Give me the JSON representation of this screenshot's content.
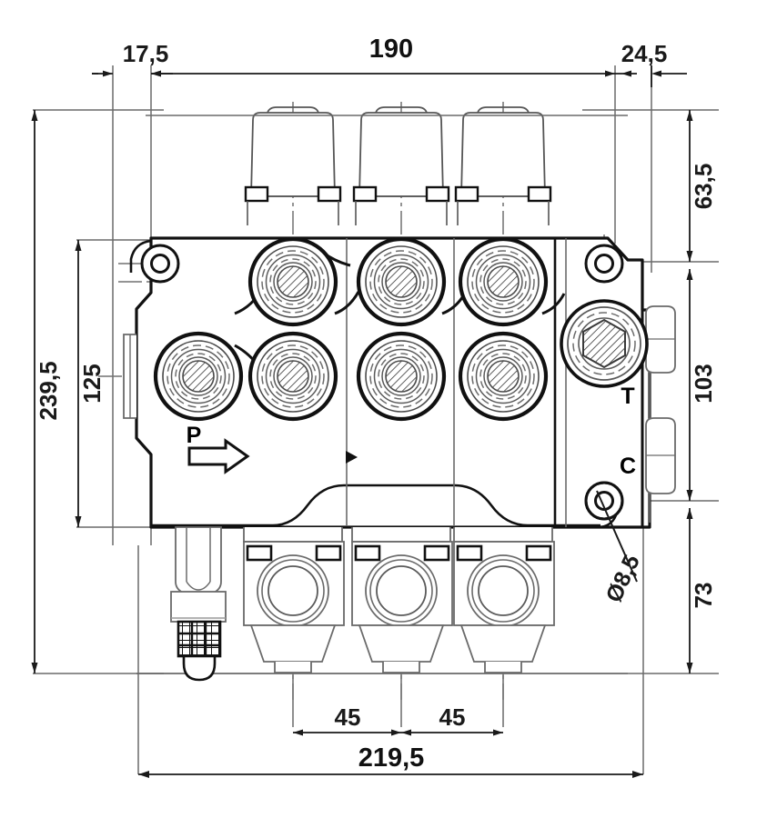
{
  "drawing": {
    "type": "engineering-dimensioned-drawing",
    "subject": "hydraulic directional control valve - 3 spool bank",
    "units": "mm",
    "decimal_separator": "comma"
  },
  "dimensions": {
    "top_left_offset": "17,5",
    "top_overall": "190",
    "top_right_offset": "24,5",
    "left_outer_height": "239,5",
    "left_inner_height": "125",
    "right_top_height": "63,5",
    "right_mid_height": "103",
    "right_bottom_height": "73",
    "bottom_spacing_1": "45",
    "bottom_spacing_2": "45",
    "bottom_overall": "219,5",
    "hole_diameter": "Ø8,5"
  },
  "ports": {
    "pressure": "P",
    "tank": "T",
    "carryover": "C"
  },
  "icons": {
    "flow_arrow": "flow-arrow-icon",
    "mounting_hole": "mounting-hole-icon",
    "threaded_port": "threaded-port-icon",
    "relief_valve": "relief-valve-icon",
    "section_marker": "section-marker-icon"
  },
  "colors": {
    "line": "#1a1a1a",
    "thin_line": "#555555",
    "center_line": "#666666",
    "background": "#ffffff"
  }
}
